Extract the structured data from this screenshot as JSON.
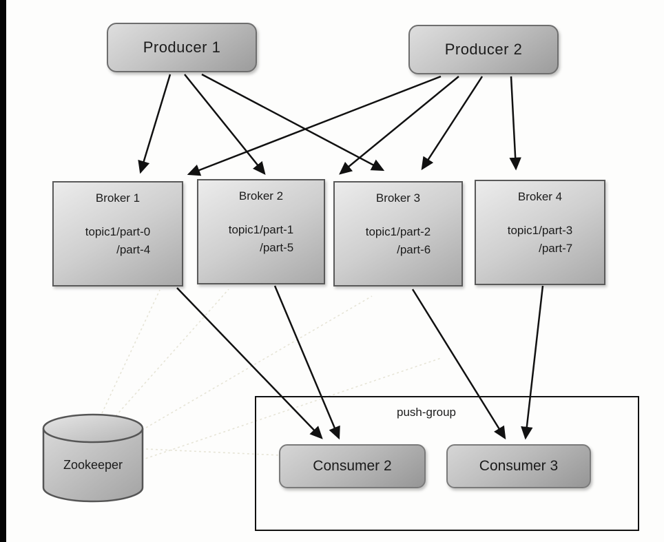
{
  "producers": [
    {
      "label": "Producer 1"
    },
    {
      "label": "Producer 2"
    }
  ],
  "brokers": [
    {
      "label": "Broker 1",
      "topic": "topic1/part-0",
      "part": "/part-4"
    },
    {
      "label": "Broker 2",
      "topic": "topic1/part-1",
      "part": "/part-5"
    },
    {
      "label": "Broker 3",
      "topic": "topic1/part-2",
      "part": "/part-6"
    },
    {
      "label": "Broker 4",
      "topic": "topic1/part-3",
      "part": "/part-7"
    }
  ],
  "zookeeper": {
    "label": "Zookeeper"
  },
  "consumer_group": {
    "label": "push-group"
  },
  "consumers": [
    {
      "label": "Consumer 2"
    },
    {
      "label": "Consumer 3"
    }
  ],
  "colors": {
    "arrow": "#111111",
    "node_border": "#595959",
    "faint_line": "#e6e4d6"
  }
}
